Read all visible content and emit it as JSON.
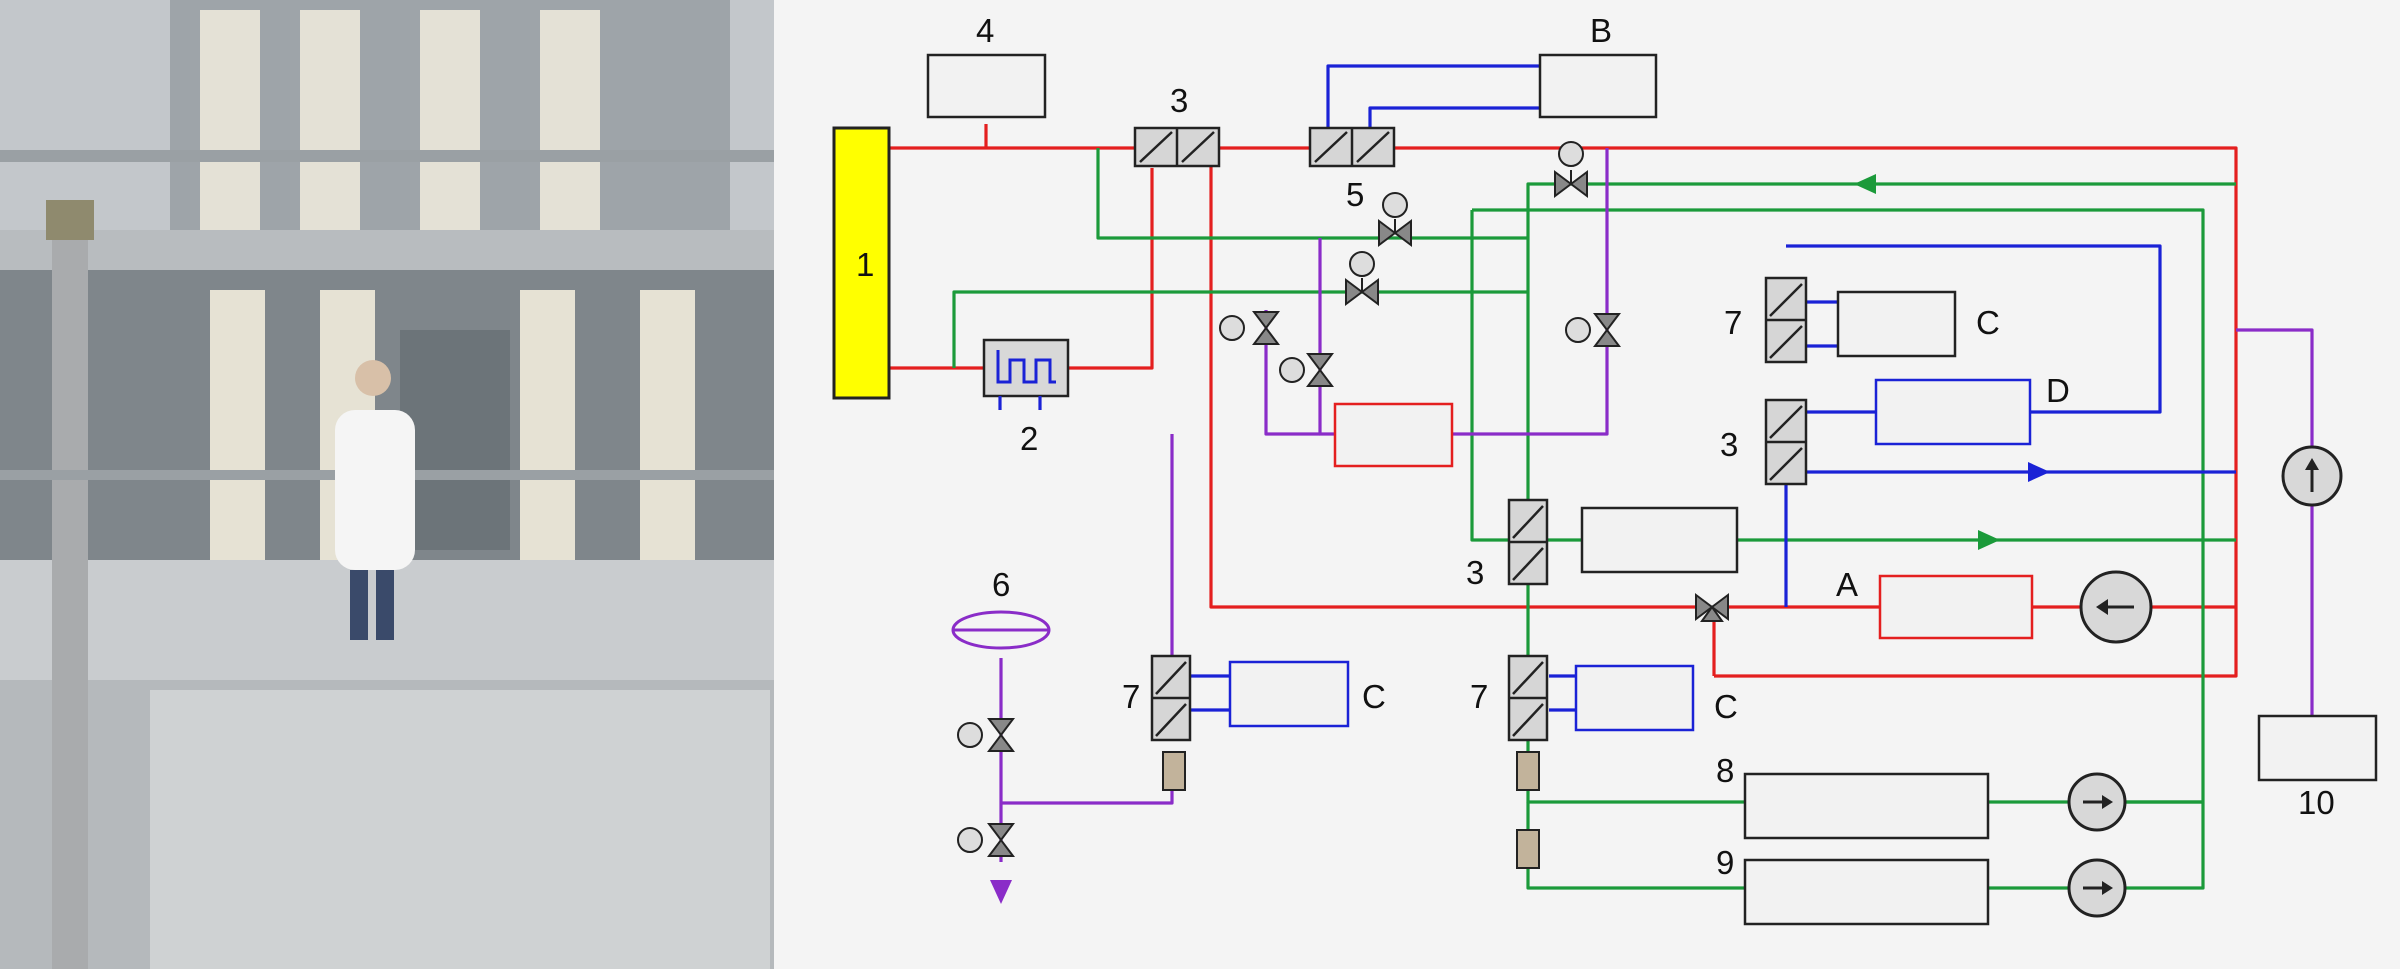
{
  "figure": {
    "photo": {
      "type": "photograph",
      "subject": "test-facility-with-technician"
    },
    "labels": {
      "tank": "1",
      "heater": "2",
      "valve_block_top": "3",
      "top_box": "4",
      "valve_block_5": "5",
      "vessel": "6",
      "valve_block_left_7": "7",
      "valve_block_mid_7": "7",
      "valve_block_mid_3": "3",
      "valve_block_right_7": "7",
      "valve_block_right_3": "3",
      "box_8": "8",
      "box_9": "9",
      "box_10": "10",
      "B": "B",
      "A": "A",
      "D": "D",
      "C_left": "C",
      "C_mid": "C",
      "C_right": "C"
    },
    "colors": {
      "red": "#e41f1f",
      "green": "#1b9a3a",
      "blue": "#1a22d6",
      "purple": "#8a2cc8",
      "yellow": "#ffff00",
      "box_stroke": "#222222",
      "background": "#f4f4f4"
    },
    "icons": [
      "flow-arrow-icon",
      "pump-icon",
      "needle-valve-icon",
      "filter-icon",
      "exhaust-arrow-icon"
    ]
  }
}
